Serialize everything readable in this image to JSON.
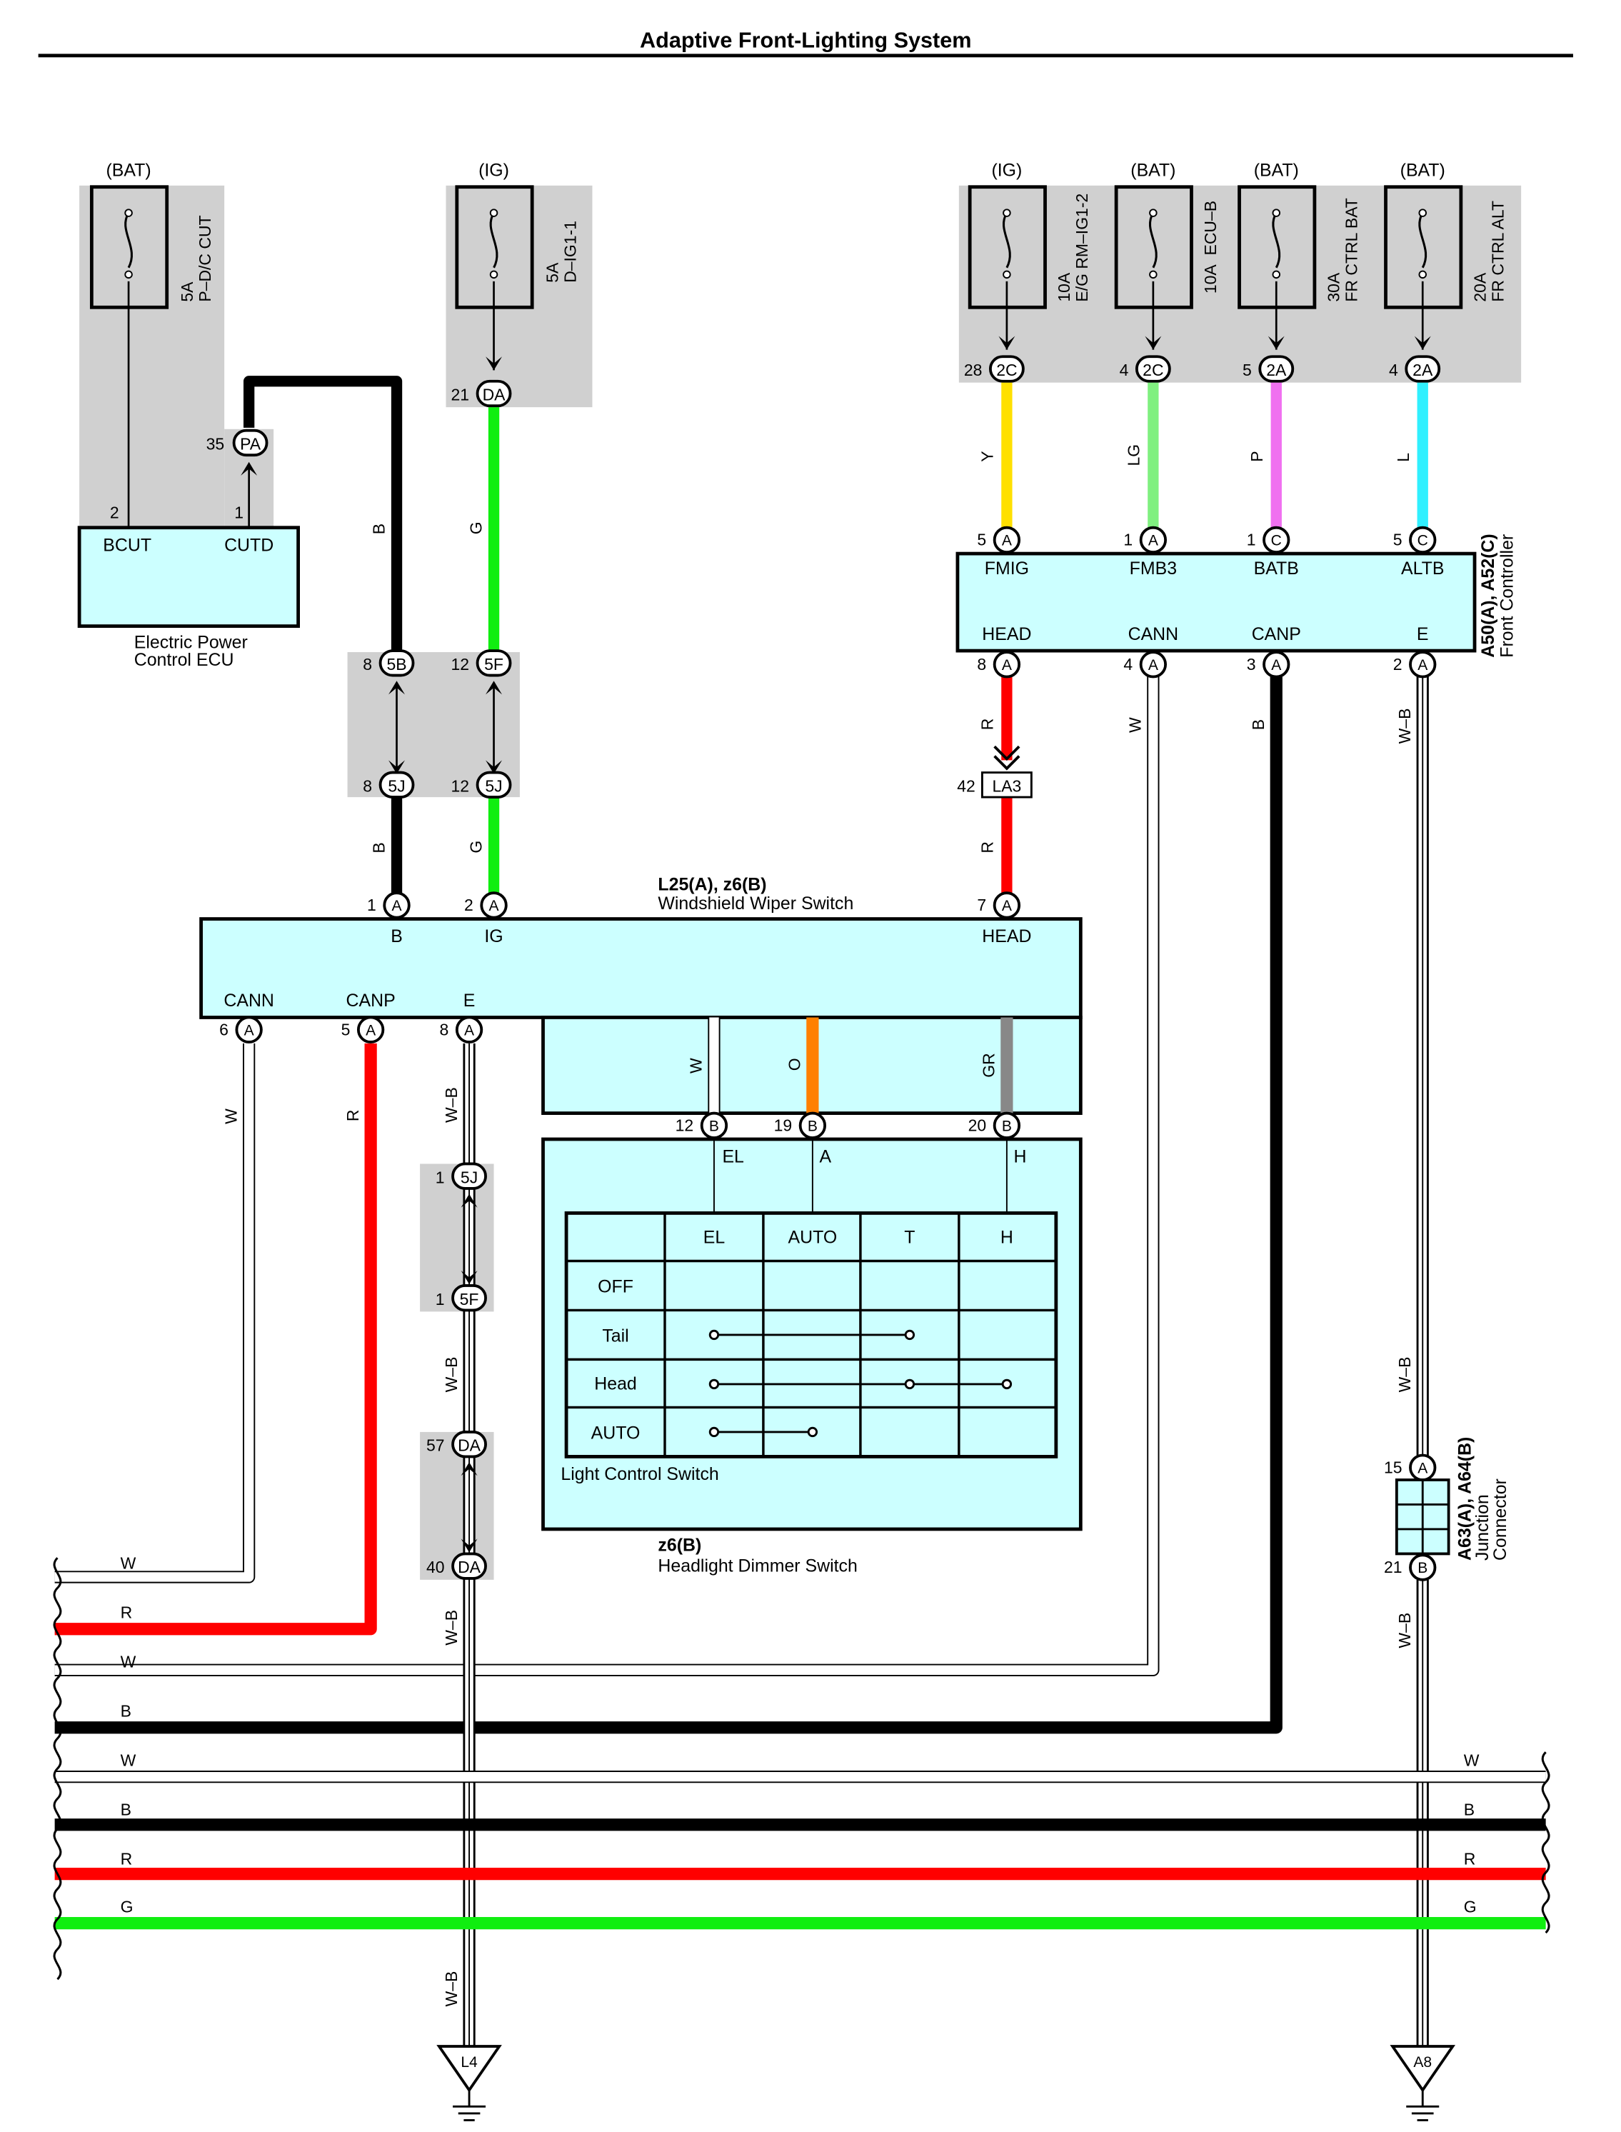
{
  "title": "Adaptive Front-Lighting System",
  "fuses": [
    {
      "supply": "(BAT)",
      "rating": "5A",
      "name": "P–D/C CUT"
    },
    {
      "supply": "(IG)",
      "rating": "5A",
      "name": "D–IG1-1"
    },
    {
      "supply": "(IG)",
      "rating": "10A",
      "name": "E/G RM–IG1-2"
    },
    {
      "supply": "(BAT)",
      "rating": "10A",
      "name": "ECU–B"
    },
    {
      "supply": "(BAT)",
      "rating": "30A",
      "name": "FR CTRL BAT"
    },
    {
      "supply": "(BAT)",
      "rating": "20A",
      "name": "FR CTRL ALT"
    }
  ],
  "components": {
    "epc_ecu": {
      "name_line1": "Electric Power",
      "name_line2": "Control ECU",
      "terms": [
        "BCUT",
        "CUTD"
      ],
      "pins": [
        "2",
        "1"
      ]
    },
    "front_controller": {
      "code": "A50(A), A52(C)",
      "name": "Front Controller",
      "top_terms": [
        "FMIG",
        "FMB3",
        "BATB",
        "ALTB"
      ],
      "bottom_terms": [
        "HEAD",
        "CANN",
        "CANP",
        "E"
      ]
    },
    "wiper_switch": {
      "code": "L25(A), z6(B)",
      "name": "Windshield Wiper Switch",
      "top_terms": [
        "B",
        "IG",
        "HEAD"
      ],
      "bottom_terms": [
        "CANN",
        "CANP",
        "E"
      ]
    },
    "dimmer_switch": {
      "code": "z6(B)",
      "name": "Headlight Dimmer Switch"
    },
    "light_control": {
      "name": "Light Control Switch",
      "terms": [
        "EL",
        "A",
        "H"
      ],
      "columns": [
        "EL",
        "AUTO",
        "T",
        "H"
      ],
      "rows": [
        "OFF",
        "Tail",
        "Head",
        "AUTO"
      ]
    },
    "junction_connector": {
      "code": "A63(A), A64(B)",
      "line1": "Junction",
      "line2": "Connector"
    }
  },
  "connectors": {
    "PA": {
      "id": "PA",
      "pin": "35"
    },
    "DA21": {
      "id": "DA",
      "pin": "21"
    },
    "C2C_28": {
      "id": "2C",
      "pin": "28"
    },
    "C2C_4": {
      "id": "2C",
      "pin": "4"
    },
    "C2A_5": {
      "id": "2A",
      "pin": "5"
    },
    "C2A_4": {
      "id": "2A",
      "pin": "4"
    },
    "fc_top": [
      {
        "id": "A",
        "pin": "5"
      },
      {
        "id": "A",
        "pin": "1"
      },
      {
        "id": "C",
        "pin": "1"
      },
      {
        "id": "C",
        "pin": "5"
      }
    ],
    "fc_bottom": [
      {
        "id": "A",
        "pin": "8"
      },
      {
        "id": "A",
        "pin": "4"
      },
      {
        "id": "A",
        "pin": "3"
      },
      {
        "id": "A",
        "pin": "2"
      }
    ],
    "J5B": {
      "id": "5B",
      "pin": "8"
    },
    "J5F_12": {
      "id": "5F",
      "pin": "12"
    },
    "J5J_8": {
      "id": "5J",
      "pin": "8"
    },
    "J5J_12": {
      "id": "5J",
      "pin": "12"
    },
    "LA3": {
      "id": "LA3",
      "pin": "42"
    },
    "ws_top": [
      {
        "id": "A",
        "pin": "1"
      },
      {
        "id": "A",
        "pin": "2"
      },
      {
        "id": "A",
        "pin": "7"
      }
    ],
    "ws_bottom": [
      {
        "id": "A",
        "pin": "6"
      },
      {
        "id": "A",
        "pin": "5"
      },
      {
        "id": "A",
        "pin": "8"
      }
    ],
    "hd_pins": [
      {
        "id": "B",
        "pin": "12"
      },
      {
        "id": "B",
        "pin": "19"
      },
      {
        "id": "B",
        "pin": "20"
      }
    ],
    "J5J_1": {
      "id": "5J",
      "pin": "1"
    },
    "J5F_1": {
      "id": "5F",
      "pin": "1"
    },
    "DA57": {
      "id": "DA",
      "pin": "57"
    },
    "DA40": {
      "id": "DA",
      "pin": "40"
    },
    "JC_A": {
      "id": "A",
      "pin": "15"
    },
    "JC_B": {
      "id": "B",
      "pin": "21"
    }
  },
  "wire_colors": {
    "Y": "#ffe000",
    "LG": "#80f080",
    "P": "#f070f0",
    "L": "#30f0ff",
    "R": "#ff0000",
    "B": "#000000",
    "G": "#10ee10",
    "O": "#ff8000",
    "GR": "#888888",
    "W": "#ffffff"
  },
  "wire_labels": {
    "y": "Y",
    "lg": "LG",
    "p": "P",
    "l": "L",
    "b1": "B",
    "g1": "G",
    "b2": "B",
    "g2": "G",
    "r1": "R",
    "r2": "R",
    "w_cann": "W",
    "b_canp": "B",
    "wb1": "W–B",
    "w_ws": "W",
    "r_ws": "R",
    "wb_ws": "W–B",
    "wb_mid": "W–B",
    "wb_low": "W–B",
    "w_in": "W",
    "o_in": "O",
    "gr_in": "GR",
    "wb_jc_top": "W–B",
    "wb_jc_bot": "W–B"
  },
  "bus": {
    "left": [
      "W",
      "R",
      "W",
      "B",
      "W",
      "B",
      "R",
      "G"
    ],
    "right": [
      "W",
      "B",
      "R",
      "G"
    ]
  },
  "grounds": [
    "L4",
    "A8"
  ]
}
